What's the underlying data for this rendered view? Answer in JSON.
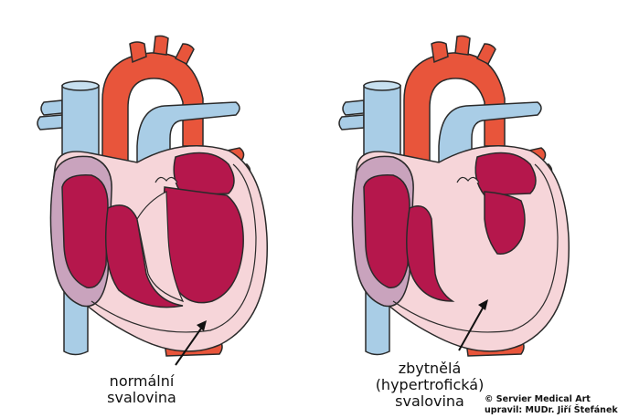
{
  "labels": {
    "normal": [
      "normální",
      "svalovina"
    ],
    "hypertrophic": [
      "zbytnělá",
      "(hypertrofická)",
      "svalovina"
    ]
  },
  "credit": {
    "line1": "© Servier Medical Art",
    "line2": "upravil: MUDr. Jiří Štefánek"
  },
  "colors": {
    "vein_blue": "#a9cde6",
    "aorta_red": "#e8553b",
    "atrium_purple": "#c9a3bd",
    "myocardium_pink": "#f6d5d9",
    "cavity_crimson": "#b5174c",
    "outline": "#2a2a2a"
  }
}
